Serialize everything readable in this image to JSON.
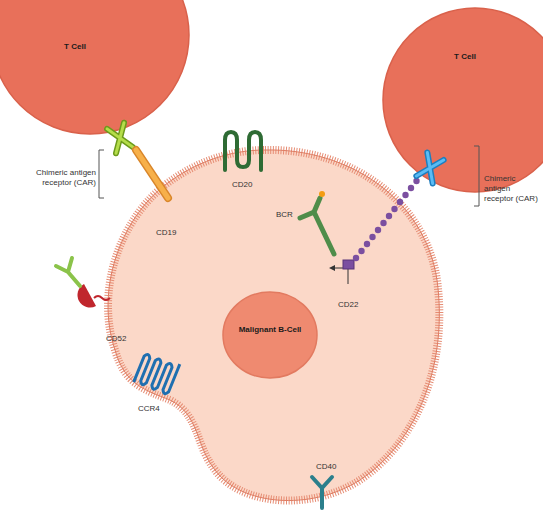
{
  "diagram": {
    "nodes": [
      {
        "text": [
          "T Cell"
        ]
      },
      {
        "text": [
          "T Cell"
        ]
      },
      {
        "text": [
          "Malignant B-Cell"
        ]
      }
    ],
    "labels": [
      "Chimeric antigen receptor (CAR)",
      "CD19",
      "CD20",
      "BCR",
      "Chimeric antigen receptor (CAR)",
      "CD22",
      "CD52",
      "CCR4",
      "CD40"
    ]
  }
}
